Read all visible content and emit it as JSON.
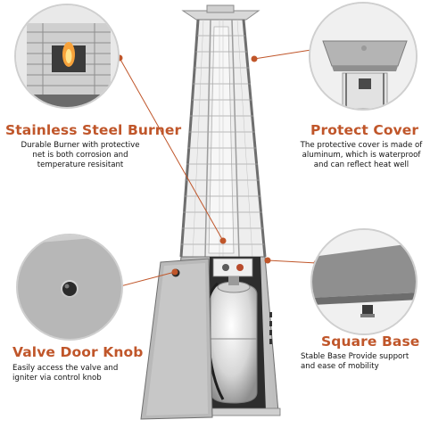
{
  "features": [
    {
      "title": "Stainless Steel Burner",
      "description": "Durable Burner with protective\nnet is both corrosion and\ntemperature resisitant"
    },
    {
      "title": "Protect Cover",
      "description": "The protective cover is made of\naluminum, which is waterproof\nand can reflect heat well"
    },
    {
      "title": "Valve Door Knob",
      "description": "Easily access the valve and\nigniter via control knob"
    },
    {
      "title": "Square Base",
      "description": "Stable Base Provide support\nand ease of mobility"
    }
  ],
  "colors": {
    "accent": "#c0562a",
    "steel": "#b9b9b9",
    "dark": "#3a3a3a"
  }
}
